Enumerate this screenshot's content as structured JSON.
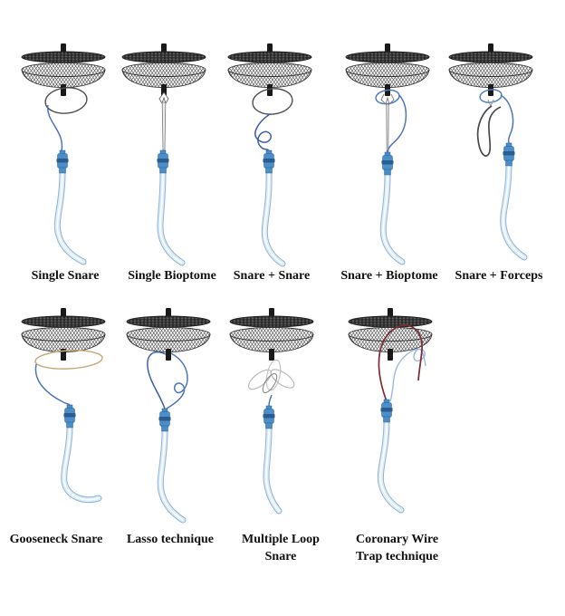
{
  "figure": {
    "description": "Nine-panel medical illustration of occluder device retrieval techniques",
    "panels": [
      {
        "id": "single-snare",
        "label_lines": [
          "Single Snare"
        ]
      },
      {
        "id": "single-bioptome",
        "label_lines": [
          "Single Bioptome"
        ]
      },
      {
        "id": "snare-plus-snare",
        "label_lines": [
          "Snare + Snare"
        ]
      },
      {
        "id": "snare-plus-bioptome",
        "label_lines": [
          "Snare + Bioptome"
        ]
      },
      {
        "id": "snare-plus-forceps",
        "label_lines": [
          "Snare + Forceps"
        ]
      },
      {
        "id": "gooseneck-snare",
        "label_lines": [
          "Gooseneck Snare"
        ]
      },
      {
        "id": "lasso-technique",
        "label_lines": [
          "Lasso technique"
        ]
      },
      {
        "id": "multiple-loop-snare",
        "label_lines": [
          "Multiple Loop",
          "Snare"
        ]
      },
      {
        "id": "coronary-wire-trap",
        "label_lines": [
          "Coronary Wire",
          "Trap technique"
        ]
      }
    ],
    "colors": {
      "wire_blue": "#4d76b8",
      "navy_wire": "#3c5fa8",
      "catheter_fill": "#dcedf8",
      "catheter_edge": "#8fb3d4",
      "hub_blue": "#4b8ec9",
      "hub_band": "#2b5c8e",
      "snare_gray": "#4f4f4f",
      "forceps_gray": "#4a4a4a",
      "gooseneck_tan": "#c7a97c",
      "coronary_maroon": "#7c2a33",
      "mesh_dark": "#2b2b2b",
      "label_color": "#111111"
    }
  }
}
